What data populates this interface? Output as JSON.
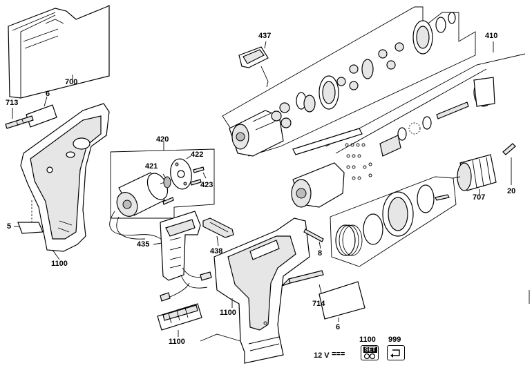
{
  "parts": {
    "p700": "700",
    "p6a": "6",
    "p713": "713",
    "p5": "5",
    "p1100a": "1100",
    "p437": "437",
    "p410": "410",
    "p420": "420",
    "p422": "422",
    "p421": "421",
    "p423": "423",
    "p435": "435",
    "p438": "438",
    "p1100b": "1100",
    "p8": "8",
    "p714": "714",
    "p1100c": "1100",
    "p6b": "6",
    "p707": "707",
    "p20": "20",
    "p999": "999",
    "p1100d": "1100"
  },
  "footer": {
    "voltage": "12 V",
    "dc_symbol": "===",
    "set_label": "SET"
  },
  "icons": {
    "set_icon": "set-icon",
    "return_icon": "return-icon"
  }
}
